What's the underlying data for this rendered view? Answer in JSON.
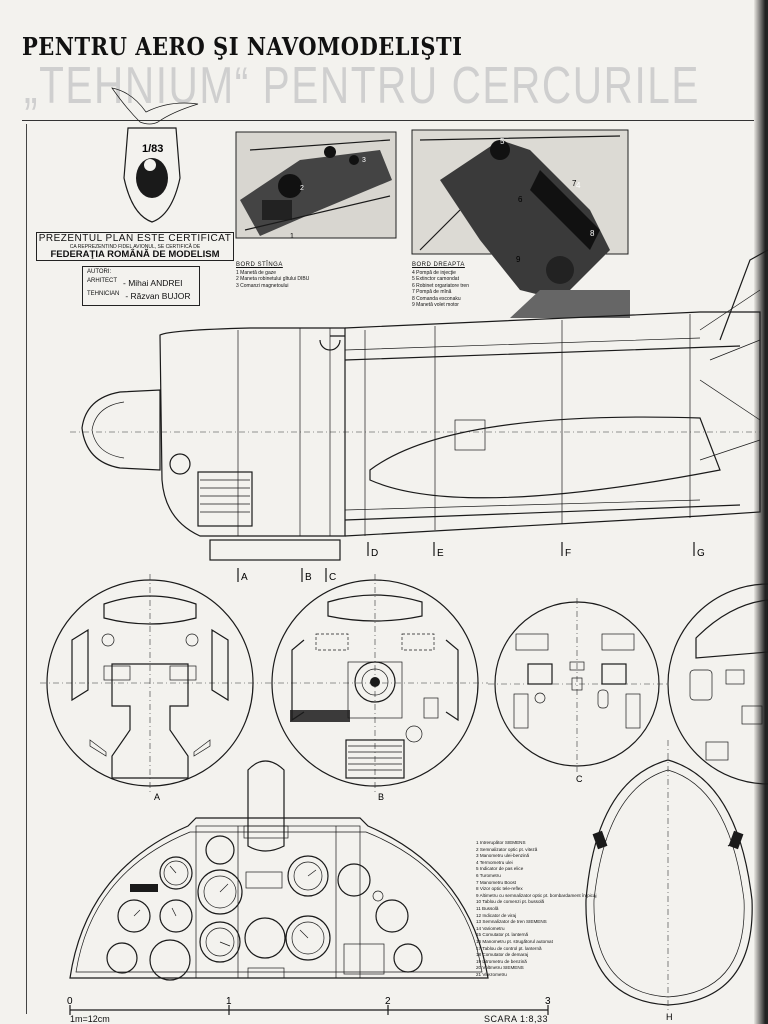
{
  "header": {
    "series_title": "PENTRU AERO ŞI NAVOMODELIŞTI",
    "main_title": "„TEHNIUM“ PENTRU CERCURILE"
  },
  "badge": {
    "number": "1/83"
  },
  "certificate": {
    "line1": "PREZENTUL PLAN ESTE CERTIFICAT",
    "line2": "CA REPREZENTIND FIDEL AVIONUL, SE CERTIFICĂ DE",
    "line3": "FEDERAŢIA ROMÂNĂ DE MODELISM"
  },
  "authors": {
    "heading": "AUTORI:",
    "role1": "ARHITECT",
    "name1": "- Mihai ANDREI",
    "role2": "TEHNICIAN",
    "name2": "- Răzvan BUJOR"
  },
  "bord_stanga": {
    "title": "BORD STÎNGA",
    "items": [
      "1 Manetă de gaze",
      "2 Maneta robinetului gîtului DIBU",
      "3 Comanzi magnetoului"
    ]
  },
  "bord_dreapta": {
    "title": "BORD DREAPTA",
    "items": [
      "4 Pompă de injecţie",
      "5 Extinctor camondat",
      "6 Robinet orgariatore tren",
      "7 Pompă de mînă",
      "8 Comanda esconaku",
      "9 Manetă volet motor"
    ]
  },
  "photo_callouts": [
    "1",
    "2",
    "3",
    "4",
    "5",
    "6",
    "7",
    "8",
    "9"
  ],
  "stations": [
    "A",
    "B",
    "C",
    "D",
    "E",
    "F",
    "G"
  ],
  "sections": [
    "A",
    "B",
    "C",
    "H"
  ],
  "instrument_legend": [
    "1 Intrerupător SIEMENS",
    "2 Semnalizator optic pt. viteză",
    "3 Manometru ulei-benzină",
    "4 Termometru ulei",
    "5 Indicator de pas elice",
    "6 Turometru",
    "7 Manometru Boost",
    "8 Vizor optic tele-reflex",
    "9 Altimetru cu semnalizator optic pt. bombardament în picaj",
    "10 Tablou de comenzi pt. bussolă",
    "11 Bussolă",
    "12 Indicator de viraj",
    "13 Semnalizator de tren SIEMENS",
    "14 Variometru",
    "15 Comutator pt. lanternă",
    "16 Manometru pt. strugătorul automat",
    "17 Tablou de control pt. lanternă",
    "18 Comutator de demaraj",
    "19 Litrometru de benzină",
    "20 Voltmetru SIEMENS",
    "21 Vitezometru"
  ],
  "scale": {
    "ticks": [
      "0",
      "1",
      "2",
      "3"
    ],
    "ratio_label": "1m=12cm",
    "scale_label": "SCARA 1:8,33"
  },
  "colors": {
    "paper": "#f3f2ee",
    "ink": "#1a1a1a",
    "subtitle_grey": "#cfcfcf"
  }
}
